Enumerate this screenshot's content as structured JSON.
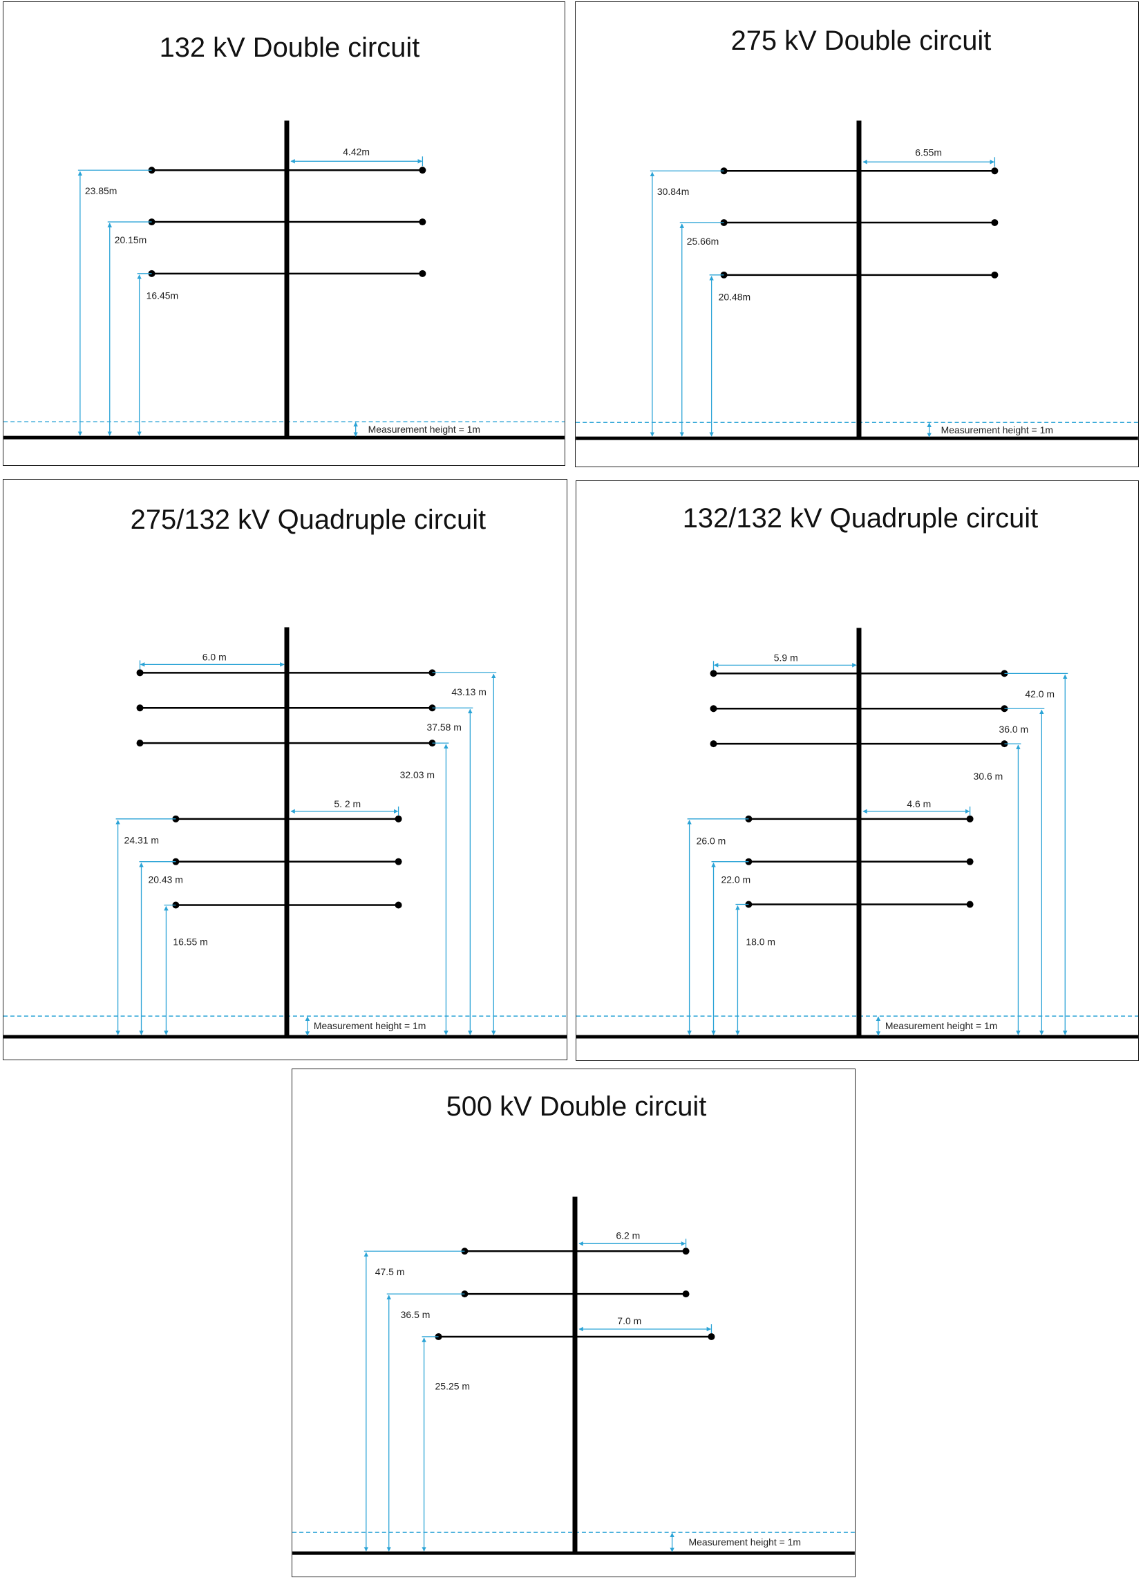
{
  "colors": {
    "dimension": "#2aa3d6",
    "structure": "#000000",
    "text": "#222222"
  },
  "panels": [
    {
      "id": "p132dc",
      "title": "132 kV Double circuit",
      "measurement_label": "Measurement height = 1m",
      "conductors": [
        {
          "height_label": "23.85m",
          "horizontal_label": "4.42m"
        },
        {
          "height_label": "20.15m",
          "horizontal_label": ""
        },
        {
          "height_label": "16.45m",
          "horizontal_label": ""
        }
      ]
    },
    {
      "id": "p275dc",
      "title": "275 kV Double circuit",
      "measurement_label": "Measurement height = 1m",
      "conductors": [
        {
          "height_label": "30.84m",
          "horizontal_label": "6.55m"
        },
        {
          "height_label": "25.66m",
          "horizontal_label": ""
        },
        {
          "height_label": "20.48m",
          "horizontal_label": ""
        }
      ]
    },
    {
      "id": "p275132qc",
      "title": "275/132 kV Quadruple circuit",
      "measurement_label": "Measurement height = 1m",
      "upper_conductors": [
        {
          "height_label": "43.13 m",
          "horizontal_label": "6.0 m"
        },
        {
          "height_label": "37.58 m",
          "horizontal_label": ""
        },
        {
          "height_label": "32.03 m",
          "horizontal_label": ""
        }
      ],
      "lower_conductors": [
        {
          "height_label": "24.31 m",
          "horizontal_label": "5. 2 m"
        },
        {
          "height_label": "20.43 m",
          "horizontal_label": ""
        },
        {
          "height_label": "16.55 m",
          "horizontal_label": ""
        }
      ]
    },
    {
      "id": "p132132qc",
      "title": "132/132 kV Quadruple circuit",
      "measurement_label": "Measurement height = 1m",
      "upper_conductors": [
        {
          "height_label": "42.0 m",
          "horizontal_label": "5.9 m"
        },
        {
          "height_label": "36.0 m",
          "horizontal_label": ""
        },
        {
          "height_label": "30.6 m",
          "horizontal_label": ""
        }
      ],
      "lower_conductors": [
        {
          "height_label": "26.0 m",
          "horizontal_label": "4.6 m"
        },
        {
          "height_label": "22.0 m",
          "horizontal_label": ""
        },
        {
          "height_label": "18.0 m",
          "horizontal_label": ""
        }
      ]
    },
    {
      "id": "p500dc",
      "title": "500 kV Double circuit",
      "measurement_label": "Measurement height = 1m",
      "conductors": [
        {
          "height_label": "47.5 m",
          "horizontal_label": "6.2 m"
        },
        {
          "height_label": "36.5 m",
          "horizontal_label": ""
        },
        {
          "height_label": "25.25 m",
          "horizontal_label": "7.0 m"
        }
      ]
    }
  ]
}
